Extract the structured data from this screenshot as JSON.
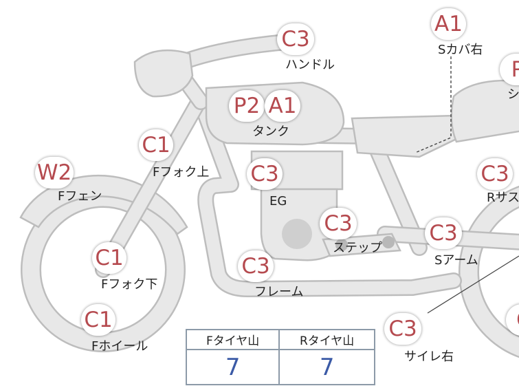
{
  "badges": [
    {
      "code": "A1"
    },
    {
      "code": "C3"
    },
    {
      "code": "P2"
    },
    {
      "code": "A1"
    },
    {
      "code": "C1"
    },
    {
      "code": "W2"
    },
    {
      "code": "C3"
    },
    {
      "code": "C3"
    },
    {
      "code": "C1"
    },
    {
      "code": "C3"
    },
    {
      "code": "C1"
    },
    {
      "code": "C3"
    },
    {
      "code": "C3"
    },
    {
      "code": "C3"
    },
    {
      "code": "P"
    },
    {
      "code": "C"
    }
  ],
  "labels": {
    "s_cover_right": "Sカバ右",
    "handle": "ハンドル",
    "tank": "タンク",
    "f_fork_upper": "Fフォク上",
    "f_fender": "Fフェン",
    "eg": "EG",
    "step": "ステップ",
    "s_arm": "Sアーム",
    "frame": "フレーム",
    "f_fork_lower": "Fフォク下",
    "f_wheel": "Fホイール",
    "silencer_right": "サイレ右",
    "r_sus": "Rサス",
    "seat": "シ"
  },
  "tire_table": {
    "headers": [
      "Fタイヤ山",
      "Rタイヤ山"
    ],
    "values": [
      "7",
      "7"
    ]
  },
  "colors": {
    "badge_text": "#b54a4f",
    "tire_value": "#3b5aa6",
    "part_fill": "#e8e8e8",
    "part_stroke": "#bdbdbd"
  }
}
